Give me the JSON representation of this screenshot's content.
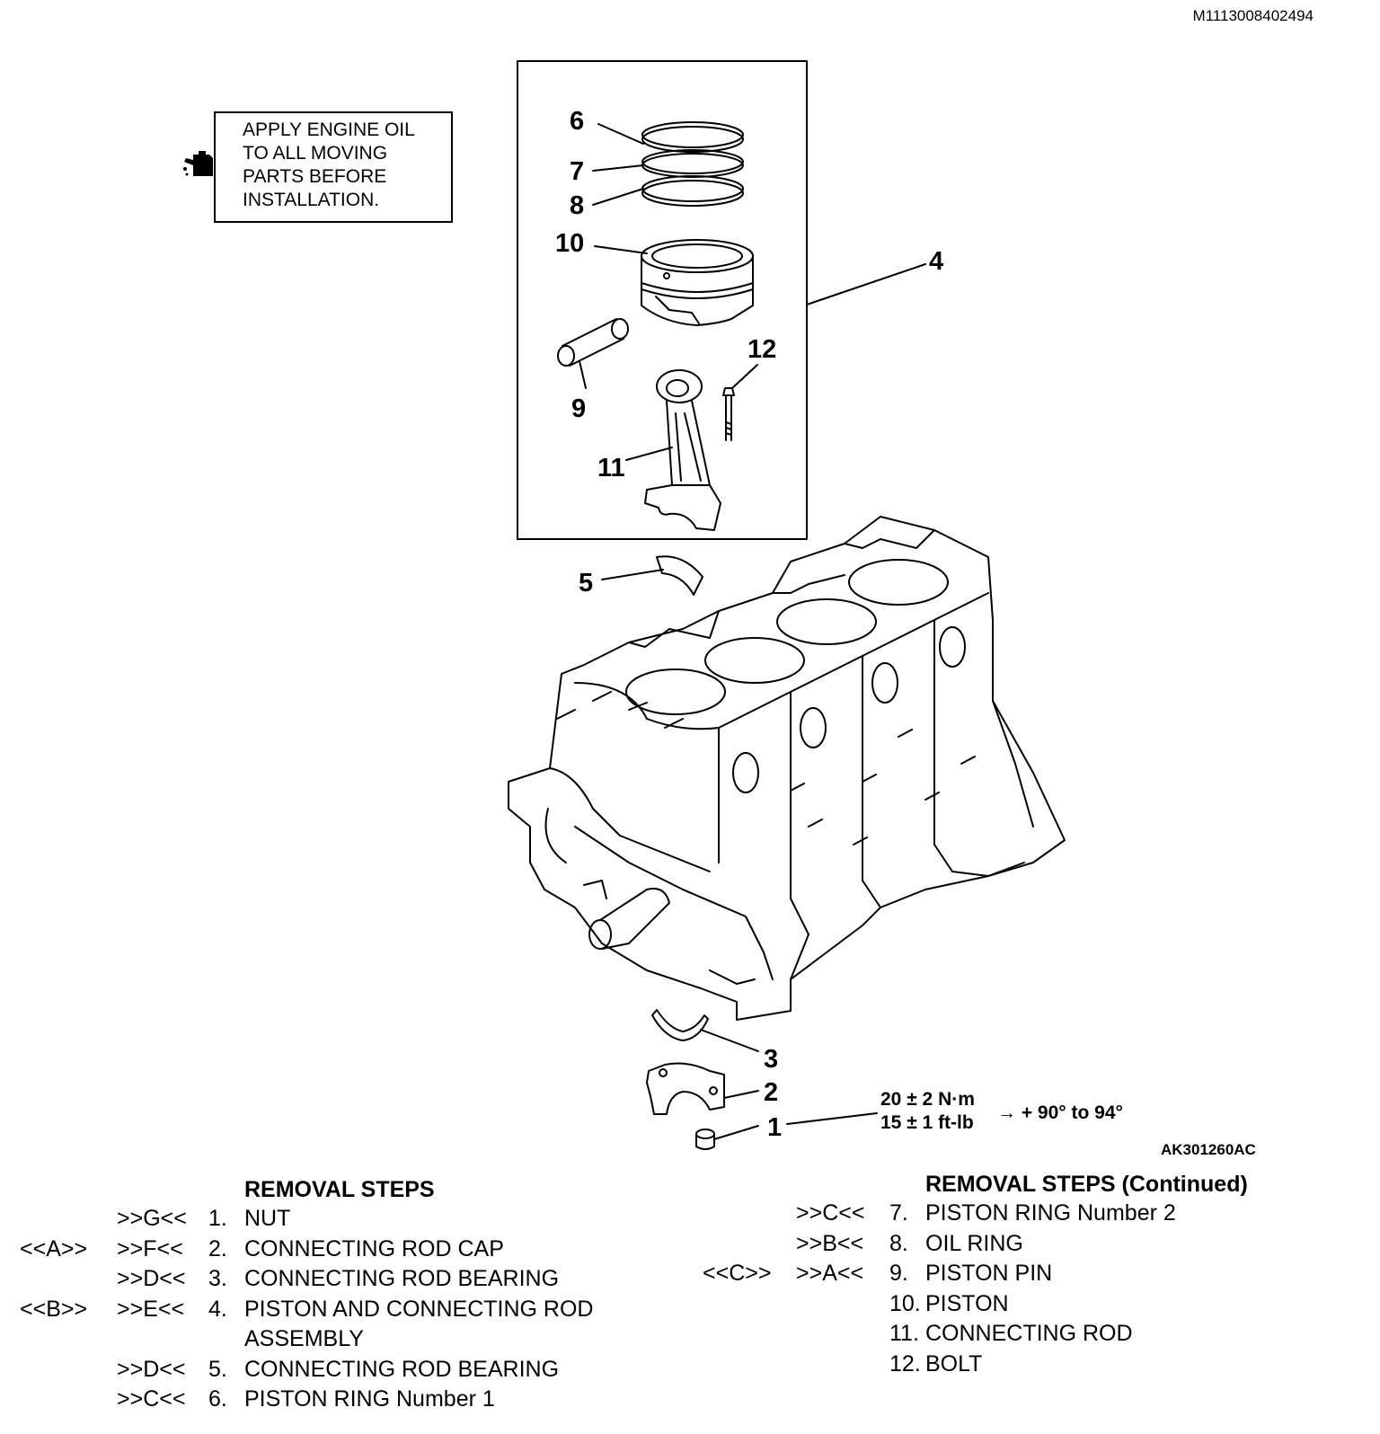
{
  "document_id": "M1113008402494",
  "figure_id": "AK301260AC",
  "note": {
    "icon": "oil-can-icon",
    "lines": [
      "APPLY ENGINE OIL",
      "TO ALL MOVING",
      "PARTS BEFORE",
      "INSTALLATION."
    ]
  },
  "callouts": [
    "1",
    "2",
    "3",
    "4",
    "5",
    "6",
    "7",
    "8",
    "9",
    "10",
    "11",
    "12"
  ],
  "torque": {
    "line1": "20 ± 2 N·m",
    "line2": "15 ± 1 ft-lb",
    "angle": "→ + 90° to 94°"
  },
  "removal_left": {
    "title": "REMOVAL STEPS",
    "steps": [
      {
        "ref_a": "",
        "ref_b": ">>G<<",
        "num": "1.",
        "label": "NUT"
      },
      {
        "ref_a": "<<A>>",
        "ref_b": ">>F<<",
        "num": "2.",
        "label": "CONNECTING ROD CAP"
      },
      {
        "ref_a": "",
        "ref_b": ">>D<<",
        "num": "3.",
        "label": "CONNECTING ROD BEARING"
      },
      {
        "ref_a": "<<B>>",
        "ref_b": ">>E<<",
        "num": "4.",
        "label": "PISTON AND CONNECTING ROD"
      },
      {
        "ref_a": "",
        "ref_b": "",
        "num": "",
        "label": "ASSEMBLY"
      },
      {
        "ref_a": "",
        "ref_b": ">>D<<",
        "num": "5.",
        "label": "CONNECTING ROD BEARING"
      },
      {
        "ref_a": "",
        "ref_b": ">>C<<",
        "num": "6.",
        "label": "PISTON RING Number 1"
      }
    ]
  },
  "removal_right": {
    "title": "REMOVAL STEPS (Continued)",
    "steps": [
      {
        "ref_a": "",
        "ref_b": ">>C<<",
        "num": "7.",
        "label": "PISTON RING Number 2"
      },
      {
        "ref_a": "",
        "ref_b": ">>B<<",
        "num": "8.",
        "label": "OIL RING"
      },
      {
        "ref_a": "<<C>>",
        "ref_b": ">>A<<",
        "num": "9.",
        "label": "PISTON PIN"
      },
      {
        "ref_a": "",
        "ref_b": "",
        "num": "10.",
        "label": "PISTON"
      },
      {
        "ref_a": "",
        "ref_b": "",
        "num": "11.",
        "label": "CONNECTING ROD"
      },
      {
        "ref_a": "",
        "ref_b": "",
        "num": "12.",
        "label": "BOLT"
      }
    ]
  }
}
